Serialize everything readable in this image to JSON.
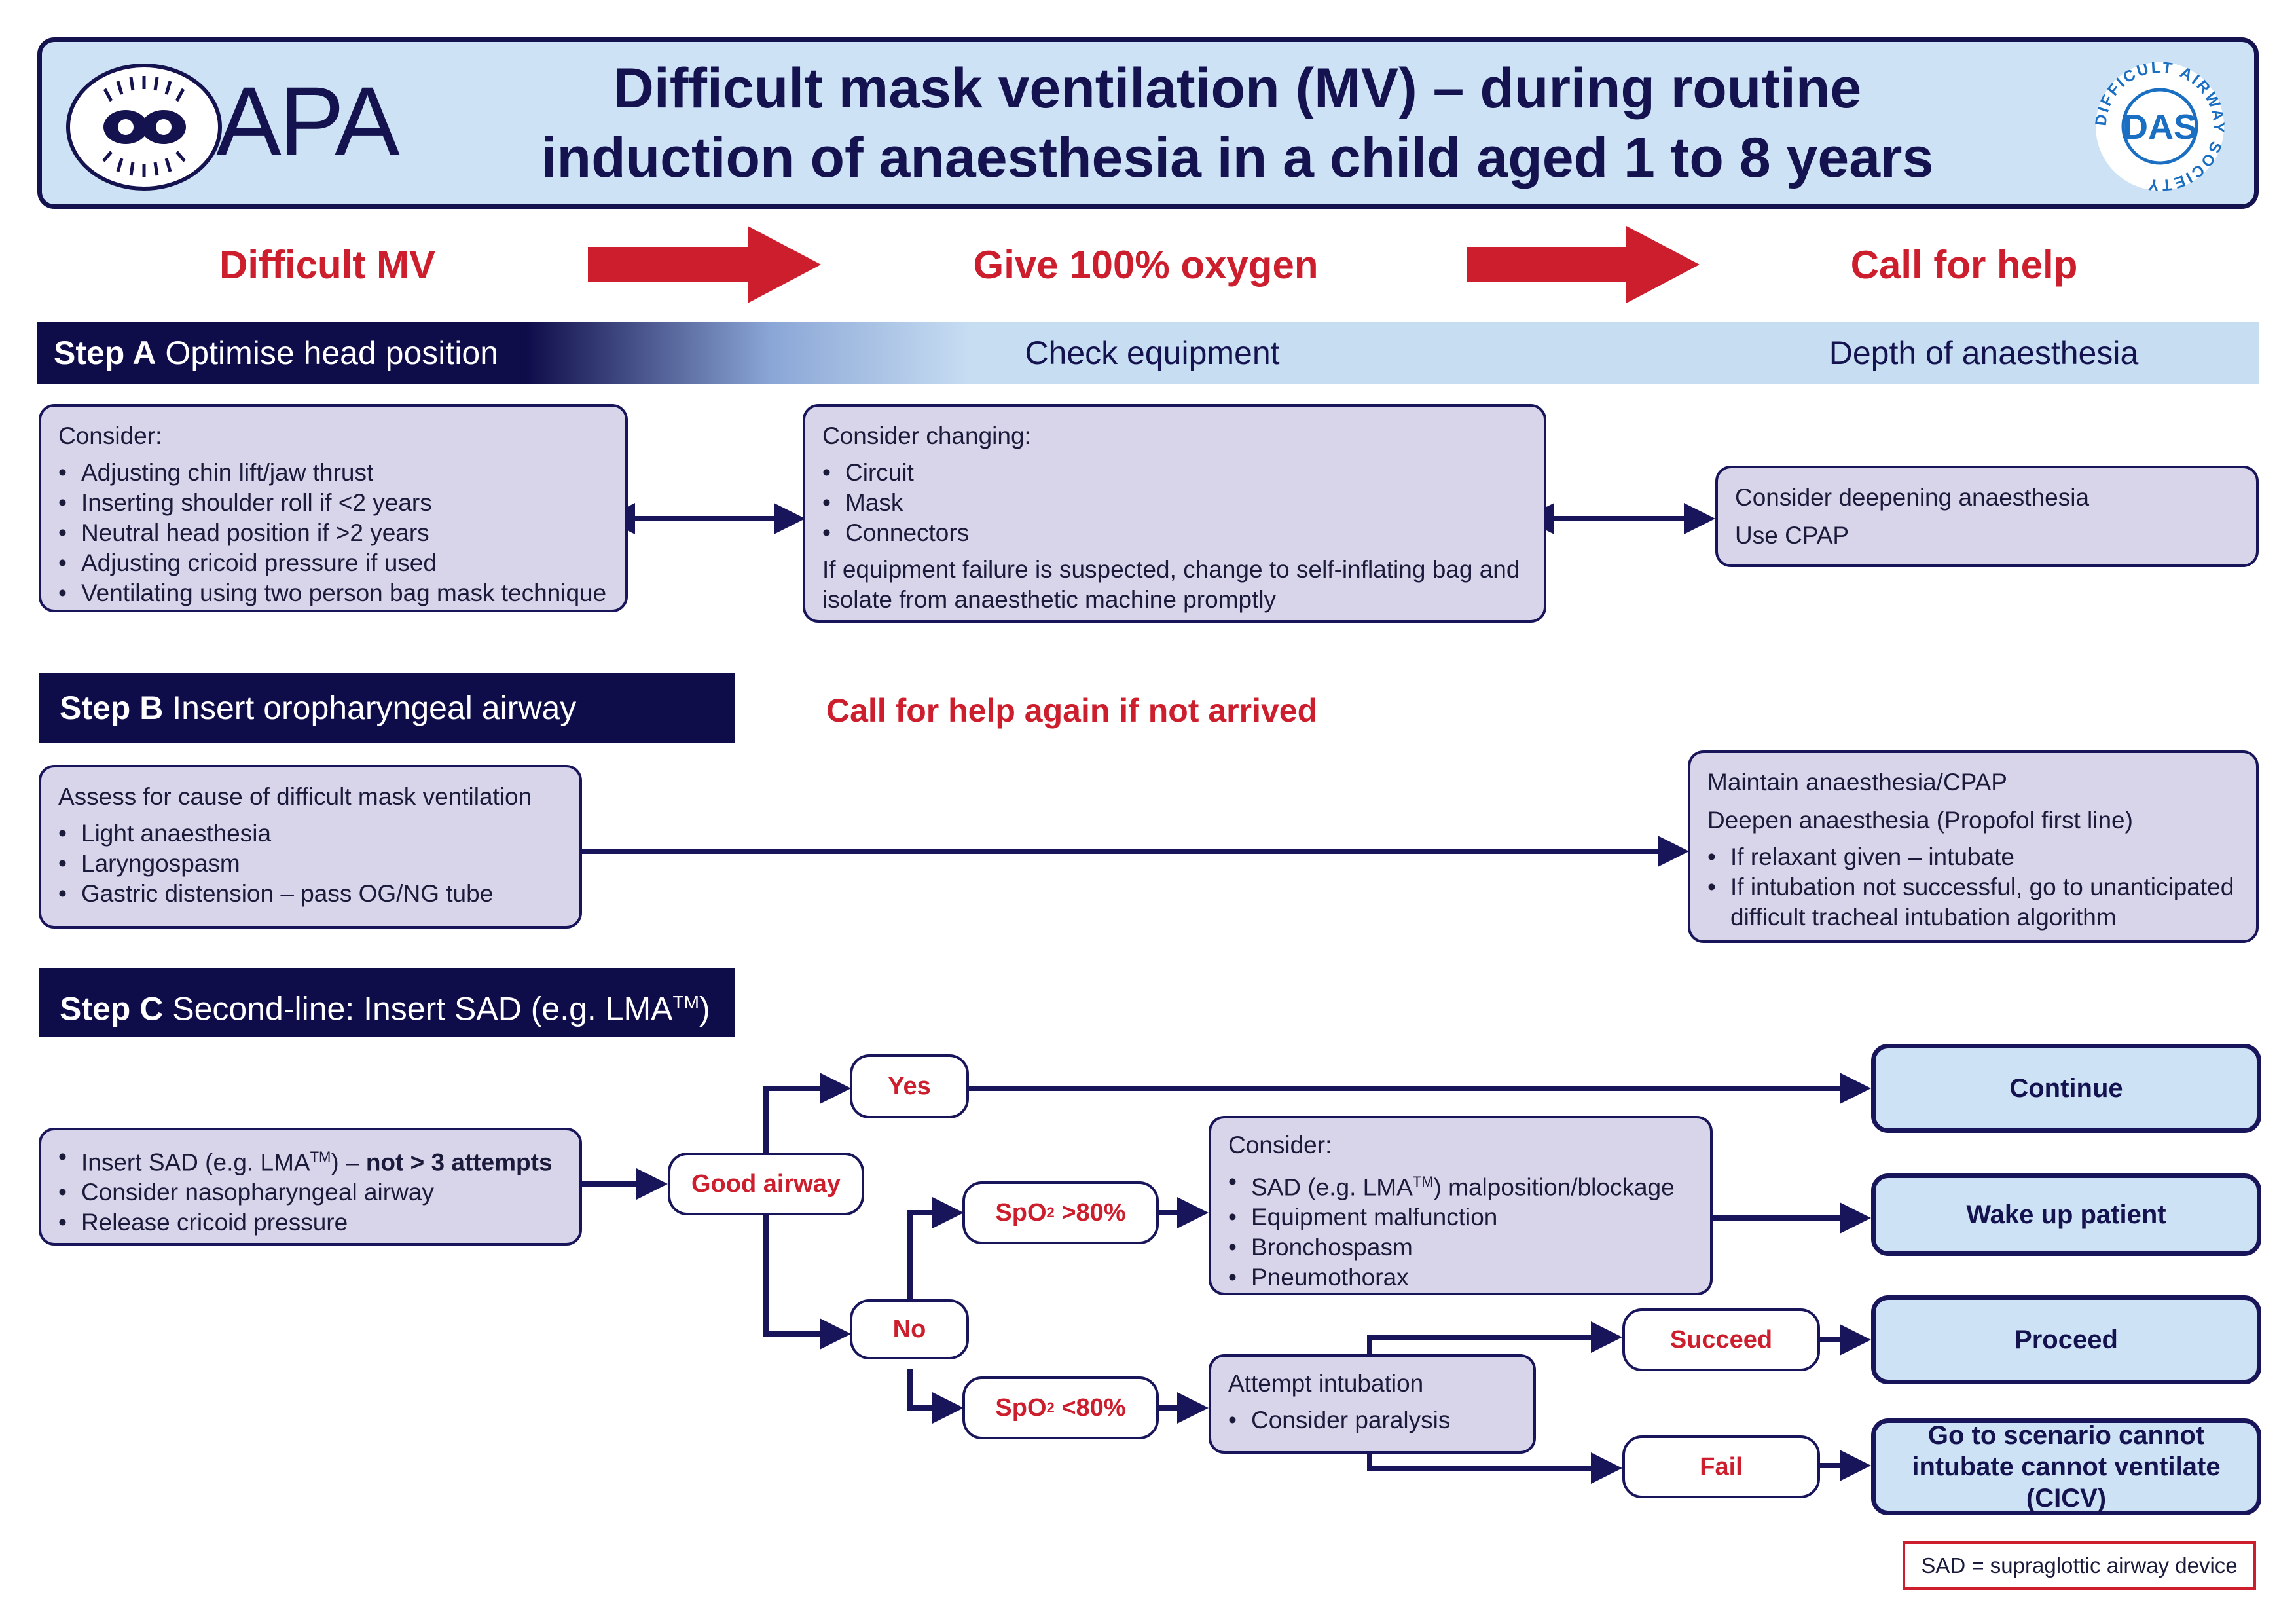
{
  "header": {
    "apa_logo_text": "APA",
    "title_line1": "Difficult mask ventilation (MV) – during routine",
    "title_line2": "induction of anaesthesia in a child aged 1 to 8 years",
    "das_logo_text": "DAS",
    "das_ring_text": "DIFFICULT AIRWAY SOCIETY"
  },
  "flow_top": {
    "difficult_mv": "Difficult MV",
    "give_oxygen": "Give 100% oxygen",
    "call_help": "Call for help"
  },
  "step_a": {
    "label": "Step A",
    "title": "Optimise head position",
    "check_equipment": "Check equipment",
    "depth": "Depth of anaesthesia",
    "box1": {
      "heading": "Consider:",
      "items": [
        "Adjusting chin lift/jaw thrust",
        "Inserting shoulder roll if <2 years",
        "Neutral head position if >2 years",
        "Adjusting cricoid pressure if used",
        "Ventilating using two person bag mask technique"
      ]
    },
    "box2": {
      "heading": "Consider changing:",
      "items": [
        "Circuit",
        "Mask",
        "Connectors"
      ],
      "note": "If equipment failure is suspected, change to self-inflating bag and isolate from anaesthetic machine promptly"
    },
    "box3": {
      "line1": "Consider deepening anaesthesia",
      "line2": "Use CPAP"
    }
  },
  "step_b": {
    "label": "Step B",
    "title": "Insert oropharyngeal airway",
    "call_again": "Call for help again if not arrived",
    "box1": {
      "heading": "Assess for cause of difficult mask ventilation",
      "items": [
        "Light anaesthesia",
        "Laryngospasm",
        "Gastric distension – pass OG/NG tube"
      ]
    },
    "box2": {
      "line1": "Maintain anaesthesia/CPAP",
      "line2": "Deepen anaesthesia (Propofol first line)",
      "items": [
        "If relaxant given – intubate",
        "If intubation not successful, go to unanticipated difficult tracheal intubation algorithm"
      ]
    }
  },
  "step_c": {
    "label": "Step C",
    "title": "Second-line: Insert SAD (e.g. LMA",
    "title_sup": "TM",
    "title_end": ")",
    "sad_box": {
      "item1_pre": "Insert SAD (e.g. LMA",
      "item1_sup": "TM",
      "item1_mid": ") – ",
      "item1_bold": "not > 3 attempts",
      "item2": "Consider nasopharyngeal airway",
      "item3": "Release cricoid pressure"
    },
    "good_airway": "Good airway",
    "yes": "Yes",
    "no": "No",
    "spo2_high_pre": "SpO",
    "spo2_high_sub": "2",
    "spo2_high_post": " >80%",
    "spo2_low_pre": "SpO",
    "spo2_low_sub": "2",
    "spo2_low_post": " <80%",
    "consider_box": {
      "heading": "Consider:",
      "item1_pre": "SAD (e.g. LMA",
      "item1_sup": "TM",
      "item1_post": ") malposition/blockage",
      "item2": "Equipment malfunction",
      "item3": "Bronchospasm",
      "item4": "Pneumothorax"
    },
    "attempt_box": {
      "heading": "Attempt intubation",
      "item1": "Consider paralysis"
    },
    "succeed": "Succeed",
    "fail": "Fail",
    "continue": "Continue",
    "wake_up": "Wake up patient",
    "proceed": "Proceed",
    "cicv": "Go to scenario cannot intubate cannot ventilate (CICV)"
  },
  "legend": "SAD = supraglottic airway device",
  "colors": {
    "navy": "#15134f",
    "red": "#cc1e2c",
    "box_fill": "#d8d4ea",
    "light_blue": "#cde2f5"
  }
}
